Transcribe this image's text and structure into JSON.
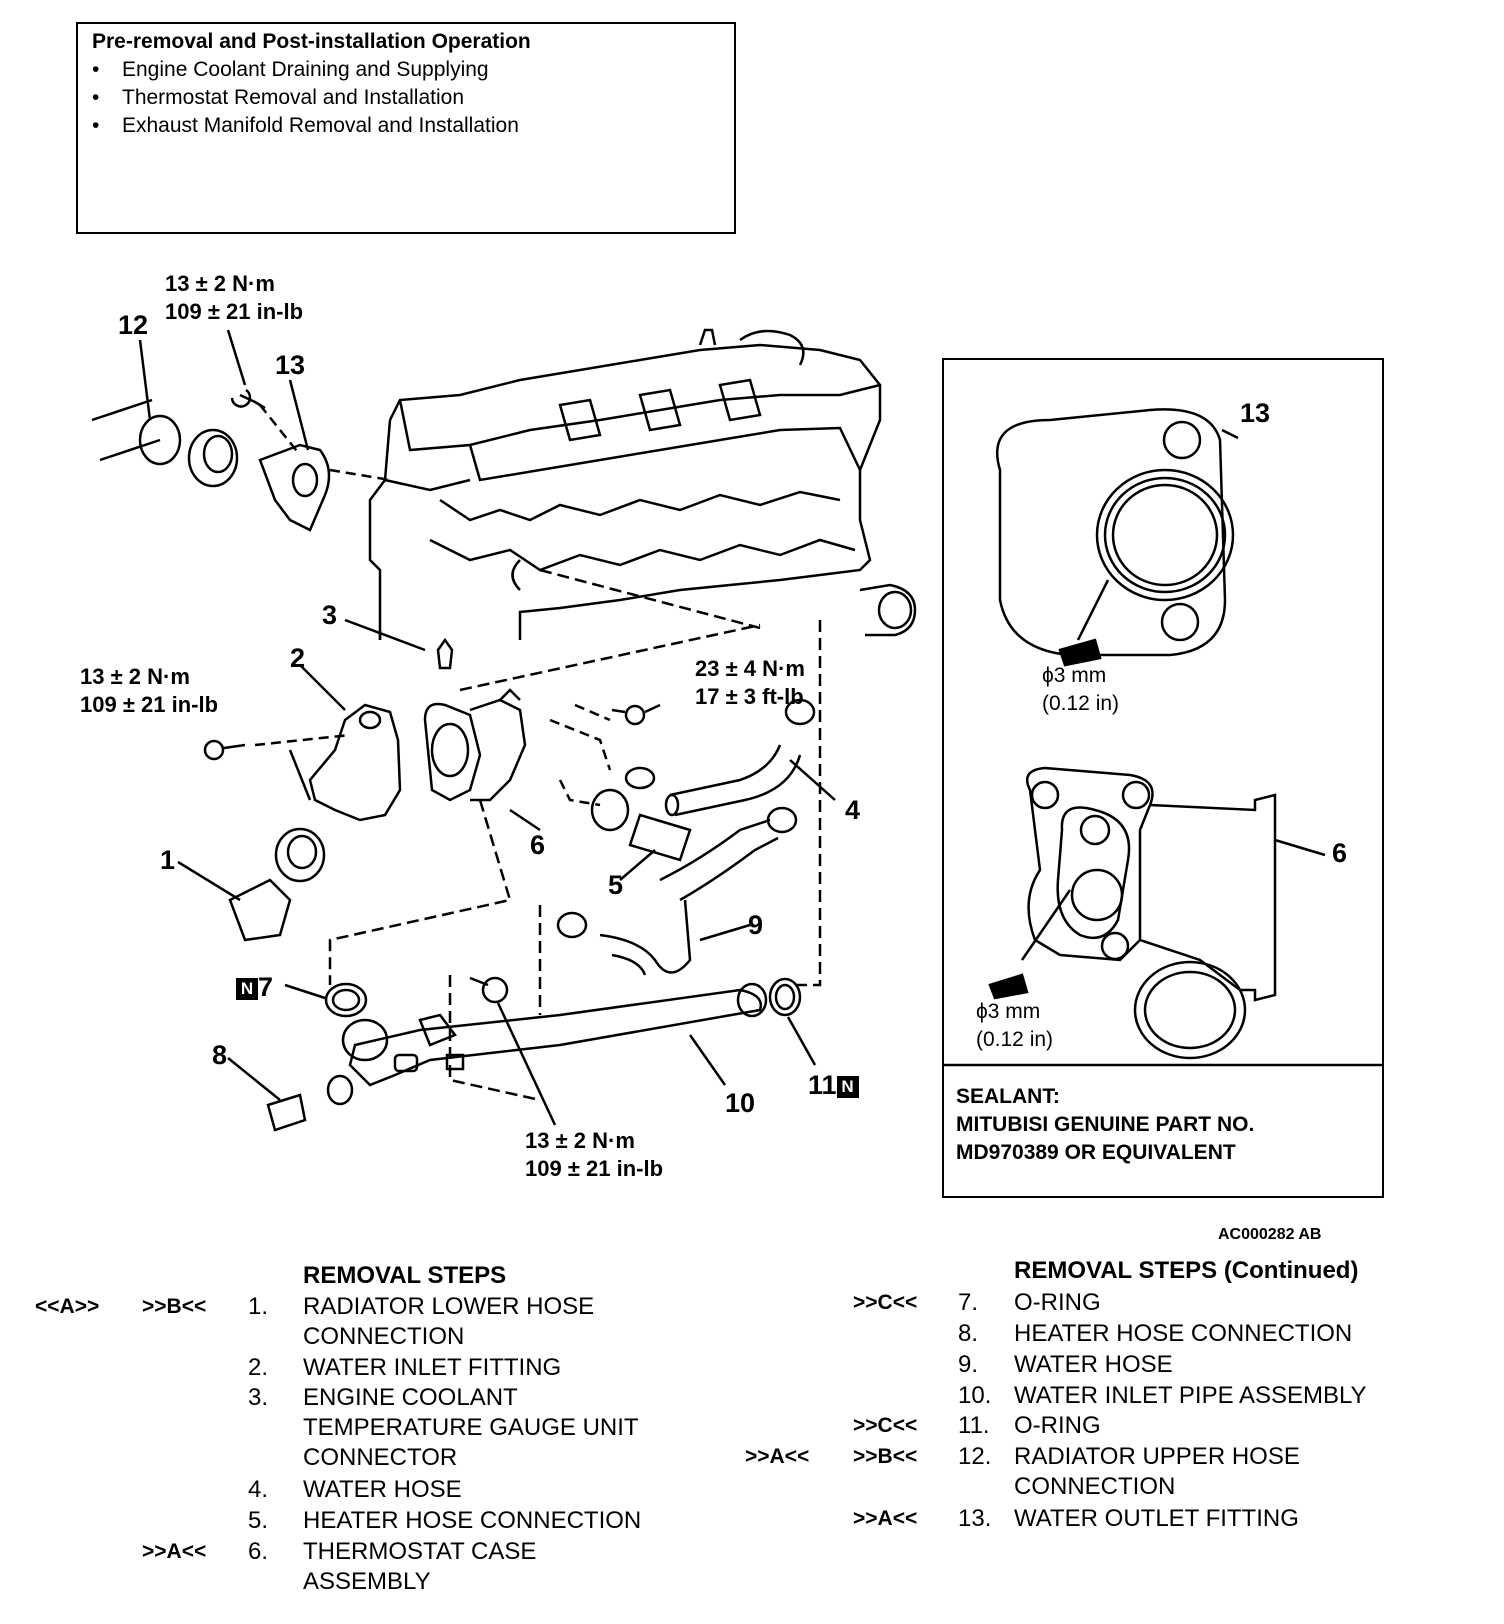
{
  "pre_operation": {
    "title": "Pre-removal and Post-installation Operation",
    "items": [
      "Engine Coolant Draining and Supplying",
      "Thermostat Removal and Installation",
      "Exhaust Manifold Removal and Installation"
    ]
  },
  "callouts": {
    "torque_12": {
      "l1": "13 ± 2 N·m",
      "l2": "109 ± 21 in-lb"
    },
    "torque_2": {
      "l1": "13 ± 2 N·m",
      "l2": "109 ± 21 in-lb"
    },
    "torque_6": {
      "l1": "23 ± 4 N·m",
      "l2": "17 ± 3 ft-lb"
    },
    "torque_10": {
      "l1": "13 ± 2 N·m",
      "l2": "109 ± 21 in-lb"
    },
    "n1": "1",
    "n2": "2",
    "n3": "3",
    "n4": "4",
    "n5": "5",
    "n6": "6",
    "n7": "7",
    "n8": "8",
    "n9": "9",
    "n10": "10",
    "n11": "11",
    "n12": "12",
    "n13": "13",
    "new_badge": "N"
  },
  "inset": {
    "n13": "13",
    "n6": "6",
    "bead_1": {
      "l1": "ϕ3 mm",
      "l2": "(0.12 in)"
    },
    "bead_2": {
      "l1": "ϕ3 mm",
      "l2": "(0.12 in)"
    },
    "sealant_l1": "SEALANT:",
    "sealant_l2": "MITUBISI GENUINE PART NO.",
    "sealant_l3": "MD970389 OR EQUIVALENT"
  },
  "figure_id": "AC000282 AB",
  "removal_left": {
    "title": "REMOVAL STEPS",
    "steps": [
      {
        "m1": "<<A>>",
        "m2": ">>B<<",
        "n": "1.",
        "t1": "RADIATOR LOWER HOSE",
        "t2": "CONNECTION"
      },
      {
        "m1": "",
        "m2": "",
        "n": "2.",
        "t1": "WATER INLET FITTING",
        "t2": ""
      },
      {
        "m1": "",
        "m2": "",
        "n": "3.",
        "t1": "ENGINE COOLANT",
        "t2": "TEMPERATURE GAUGE UNIT",
        "t3": "CONNECTOR"
      },
      {
        "m1": "",
        "m2": "",
        "n": "4.",
        "t1": "WATER HOSE",
        "t2": ""
      },
      {
        "m1": "",
        "m2": "",
        "n": "5.",
        "t1": "HEATER HOSE CONNECTION",
        "t2": ""
      },
      {
        "m1": "",
        "m2": ">>A<<",
        "n": "6.",
        "t1": "THERMOSTAT CASE",
        "t2": "ASSEMBLY"
      }
    ]
  },
  "removal_right": {
    "title": "REMOVAL STEPS (Continued)",
    "steps": [
      {
        "m1": "",
        "m2": ">>C<<",
        "n": "7.",
        "t1": "O-RING",
        "t2": ""
      },
      {
        "m1": "",
        "m2": "",
        "n": "8.",
        "t1": "HEATER HOSE CONNECTION",
        "t2": ""
      },
      {
        "m1": "",
        "m2": "",
        "n": "9.",
        "t1": "WATER HOSE",
        "t2": ""
      },
      {
        "m1": "",
        "m2": "",
        "n": "10.",
        "t1": "WATER INLET PIPE ASSEMBLY",
        "t2": ""
      },
      {
        "m1": "",
        "m2": ">>C<<",
        "n": "11.",
        "t1": "O-RING",
        "t2": ""
      },
      {
        "m1": ">>A<<",
        "m2": ">>B<<",
        "n": "12.",
        "t1": "RADIATOR UPPER HOSE",
        "t2": "CONNECTION"
      },
      {
        "m1": "",
        "m2": ">>A<<",
        "n": "13.",
        "t1": "WATER OUTLET FITTING",
        "t2": ""
      }
    ]
  }
}
